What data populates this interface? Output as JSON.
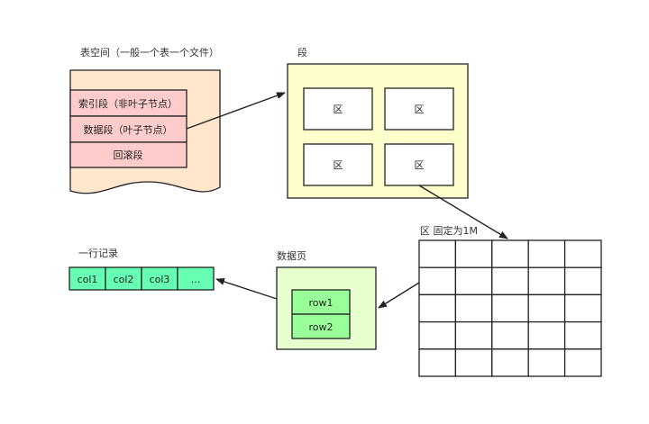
{
  "tablespace": {
    "title": "表空间（一般一个表一个文件）",
    "segments": [
      "索引段（非叶子节点）",
      "数据段（叶子节点）",
      "回滚段"
    ],
    "fill_color": "#ffe6cc",
    "segment_color": "#ffcccc"
  },
  "segment": {
    "title": "段",
    "extents": [
      "区",
      "区",
      "区",
      "区"
    ],
    "fill_color": "#ffffcc"
  },
  "extent": {
    "title": "区 固定为1M",
    "grid_rows": 5,
    "grid_cols": 5
  },
  "data_page": {
    "title": "数据页",
    "rows": [
      "row1",
      "row2"
    ],
    "fill_color": "#e6ffcc",
    "row_color": "#99ff99"
  },
  "record": {
    "title": "一行记录",
    "columns": [
      "col1",
      "col2",
      "col3",
      "..."
    ],
    "fill_color": "#66ffb3"
  }
}
